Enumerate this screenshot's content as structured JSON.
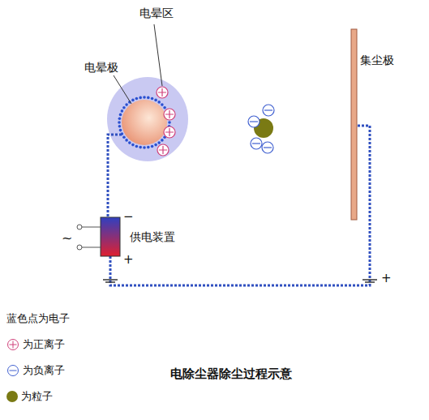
{
  "diagram": {
    "caption": "电除尘器除尘过程示意",
    "labels": [
      "电晕区",
      "电晕极",
      "集尘极",
      "供电装置",
      "~",
      "−",
      "+",
      "+"
    ],
    "legend": [
      {
        "text": "蓝色点为电子"
      },
      {
        "text": "为正离子"
      },
      {
        "text": "为负离子"
      },
      {
        "text": "为粒子",
        "color": "#7a7a14"
      }
    ]
  }
}
